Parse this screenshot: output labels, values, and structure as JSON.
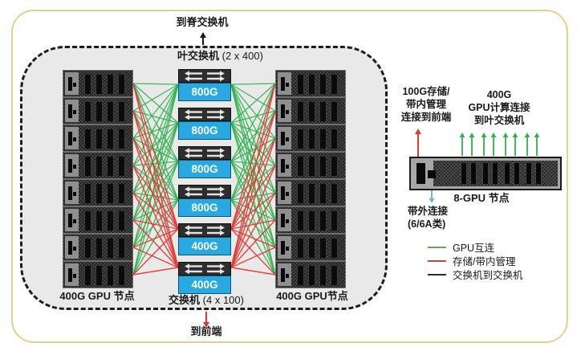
{
  "cluster": {
    "top_connection_label": "到脊交换机",
    "leaf_switch_label": "叶交换机",
    "leaf_switch_count": "(2 x 400)",
    "bottom_switch_label": "交换机",
    "bottom_switch_count": "(4 x 100)",
    "bottom_connection_label": "到前端",
    "left_nodes_label": "400G GPU 节点",
    "right_nodes_label": "400G GPU节点",
    "server_count_left": 8,
    "server_count_right": 8,
    "switches": [
      {
        "label": "800G",
        "type": "gpu"
      },
      {
        "label": "800G",
        "type": "gpu"
      },
      {
        "label": "800G",
        "type": "gpu"
      },
      {
        "label": "800G",
        "type": "gpu"
      },
      {
        "label": "400G",
        "type": "storage"
      },
      {
        "label": "400G",
        "type": "storage"
      }
    ]
  },
  "node_detail": {
    "storage_connection_lines": [
      "100G存储/",
      "带内管理",
      "连接到前端"
    ],
    "compute_connection_lines": [
      "400G",
      "GPU计算连接",
      "到叶交换机"
    ],
    "node_label": "8-GPU 节点",
    "oob_connection_lines": [
      "带外连接",
      "(6/6A类)"
    ],
    "gpu_count": 8,
    "gpu_pair_count": 4
  },
  "legend": {
    "items": [
      {
        "label": "GPU互连",
        "color": "#72a257"
      },
      {
        "label": "存储/带内管理",
        "color": "#bb4a42"
      },
      {
        "label": "交换机到交换机",
        "color": "#2b2b2b"
      }
    ]
  },
  "colors": {
    "gpu_link": "#2fb14c",
    "storage_link": "#e23b35",
    "switch_blue": "#29a9e1",
    "oob_arrow": "#74b2d8",
    "spine_arrow": "#1a1a1a",
    "frontend_arrow": "#d43a34",
    "frame_border": "#e6cf8a"
  }
}
